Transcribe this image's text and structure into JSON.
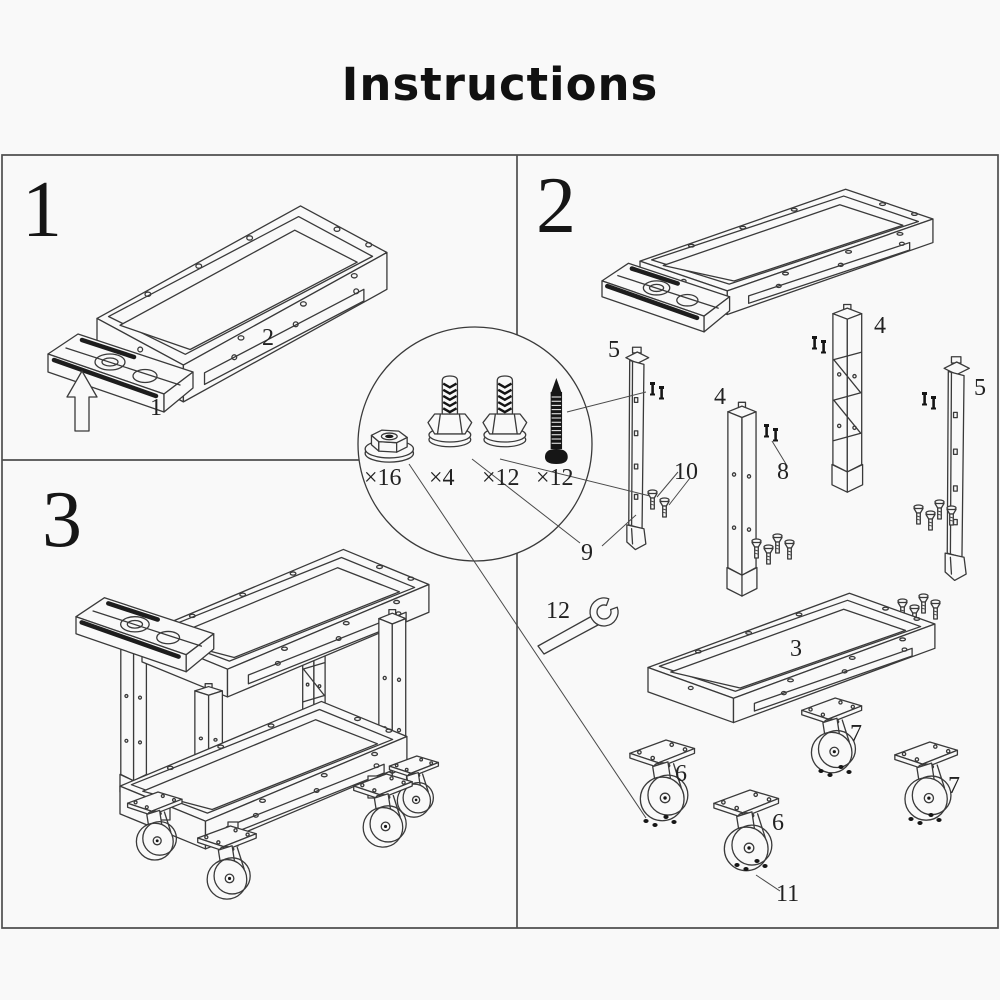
{
  "title": "Instructions",
  "colors": {
    "background": "#f9f9f9",
    "line": "#3a3a3a",
    "dark_part": "#161616"
  },
  "labels": {
    "panel1": "1",
    "panel2": "2",
    "panel3": "3",
    "tray_top": "2",
    "handle": "1",
    "qty_nut": "×16",
    "qty_bolt_long": "×4",
    "qty_bolt_short": "×12",
    "qty_screw": "×12",
    "leg_bar_left": "5",
    "leg_bar_right": "5",
    "leg_col_mid": "4",
    "leg_col_tall": "4",
    "black_screws": "8",
    "flat_screws": "10",
    "leg_foot": "9",
    "wrench": "12",
    "tray_bottom": "3",
    "caster_a": "6",
    "caster_b": "6",
    "caster_c": "7",
    "caster_d": "7",
    "caster_screws": "11"
  }
}
